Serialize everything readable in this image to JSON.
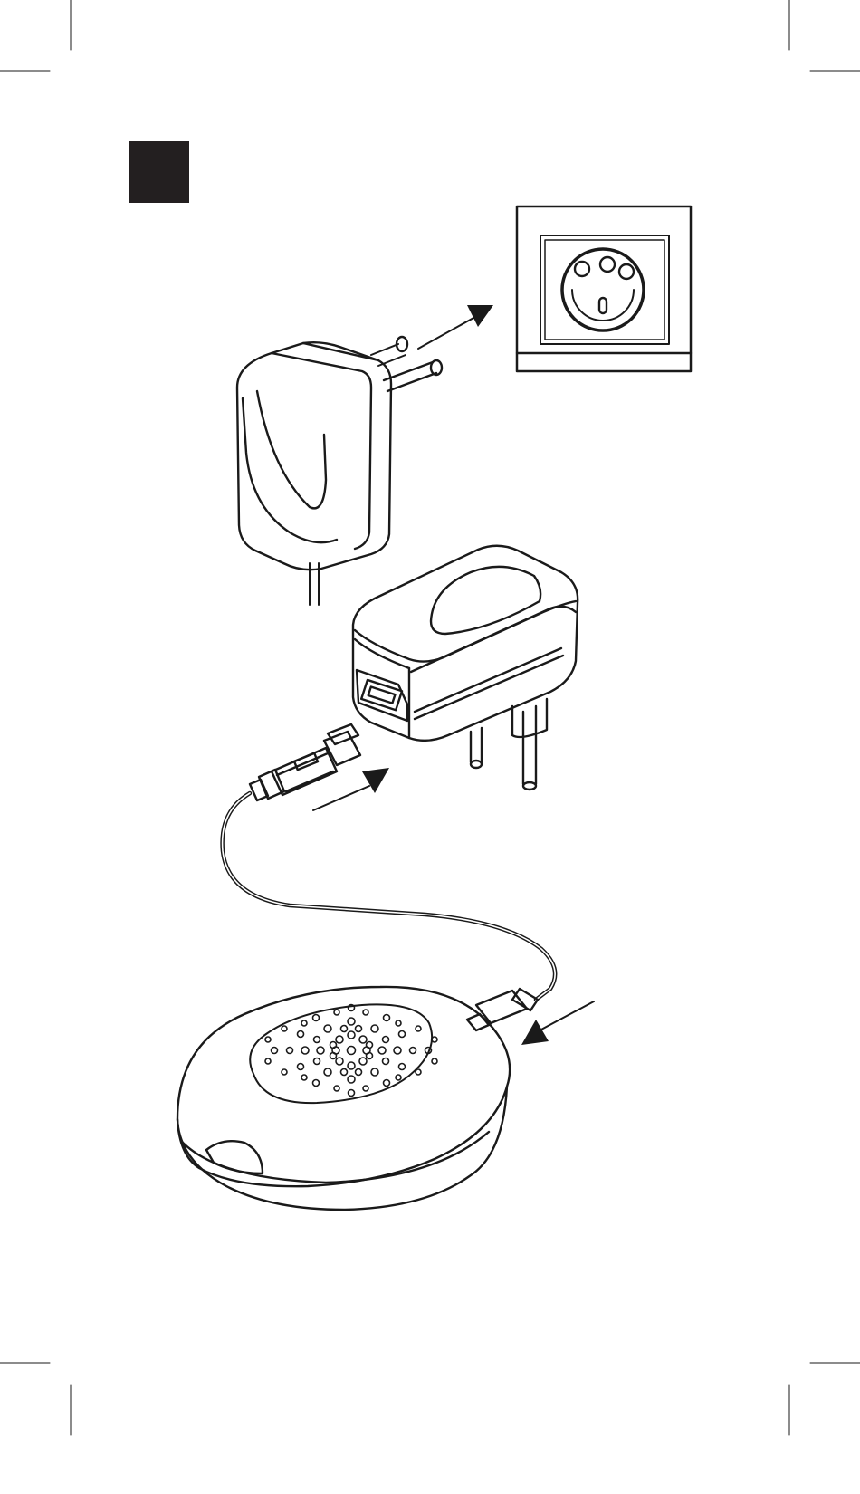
{
  "page": {
    "background": "#ffffff",
    "ink": "#1a1a1a",
    "fill_dark": "#231f20"
  },
  "step_marker": {
    "label": "",
    "color": "#231f20"
  },
  "items": [
    {
      "id": "wall-socket",
      "icon": "wall-socket-icon"
    },
    {
      "id": "round-plug-adapter",
      "icon": "round-plug-adapter-icon"
    },
    {
      "id": "usb-power-adapter",
      "icon": "usb-power-adapter-icon"
    },
    {
      "id": "usb-cable",
      "icon": "usb-cable-icon"
    },
    {
      "id": "device",
      "icon": "device-icon"
    }
  ],
  "arrows": [
    {
      "id": "arrow-adapter-to-socket"
    },
    {
      "id": "arrow-usb-to-adapter"
    },
    {
      "id": "arrow-micro-usb-to-device"
    }
  ]
}
